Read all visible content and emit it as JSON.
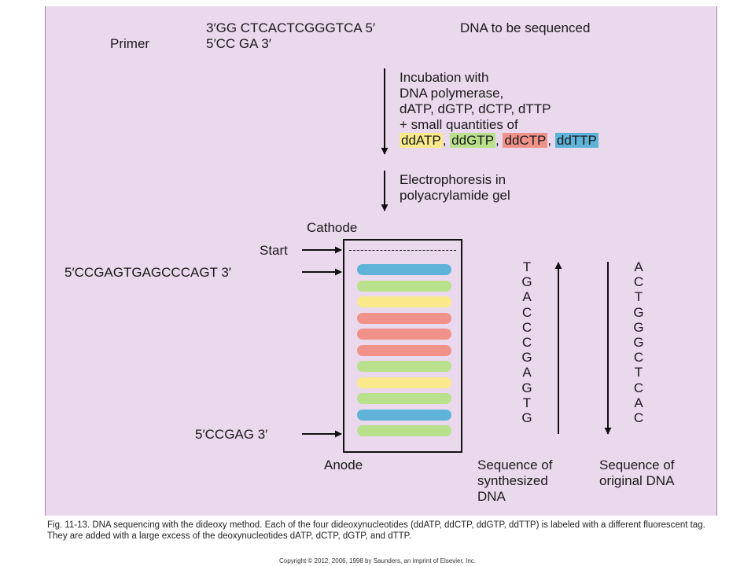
{
  "diagram": {
    "template_strand": "3′GG CTCACTCGGGTCA 5′",
    "template_label": "DNA to be sequenced",
    "primer_label": "Primer",
    "primer_seq": "5′CC GA 3′",
    "step1_lines": [
      "Incubation with",
      "DNA polymerase,",
      "dATP, dGTP, dCTP, dTTP",
      "+ small quantities of"
    ],
    "step1_dd": [
      {
        "text": "ddATP",
        "color": "#f9e98a"
      },
      {
        "text": "ddGTP",
        "color": "#b9e08a"
      },
      {
        "text": "ddCTP",
        "color": "#f0928a"
      },
      {
        "text": "ddTTP",
        "color": "#5fb3d8"
      }
    ],
    "step2_lines": [
      "Electrophoresis in",
      "polyacrylamide gel"
    ],
    "cathode": "Cathode",
    "anode": "Anode",
    "start_label": "Start",
    "top_fragment": "5′CCGAGTGAGCCCAGT 3′",
    "bottom_fragment": "5′CCGAG 3′",
    "bands": [
      "#5fb3d8",
      "#b9e08a",
      "#f9e98a",
      "#f0928a",
      "#f0928a",
      "#f0928a",
      "#b9e08a",
      "#f9e98a",
      "#b9e08a",
      "#5fb3d8",
      "#b9e08a"
    ],
    "synth_seq": [
      "T",
      "G",
      "A",
      "C",
      "C",
      "C",
      "G",
      "A",
      "G",
      "T",
      "G"
    ],
    "orig_seq": [
      "A",
      "C",
      "T",
      "G",
      "G",
      "G",
      "C",
      "T",
      "C",
      "A",
      "C"
    ],
    "synth_label": [
      "Sequence of",
      "synthesized",
      "DNA"
    ],
    "orig_label": [
      "Sequence of",
      "original DNA"
    ]
  },
  "caption": {
    "text": "Fig. 11-13. DNA sequencing with the dideoxy method. Each of the four dideoxynucleotides (ddATP, ddCTP, ddGTP, ddTTP) is labeled with a different fluorescent tag. They are added with a large excess of the deoxynucleotides dATP, dCTP, dGTP, and dTTP.",
    "copyright": "Copyright © 2012, 2006, 1998 by Saunders, an imprint of Elsevier, Inc."
  }
}
